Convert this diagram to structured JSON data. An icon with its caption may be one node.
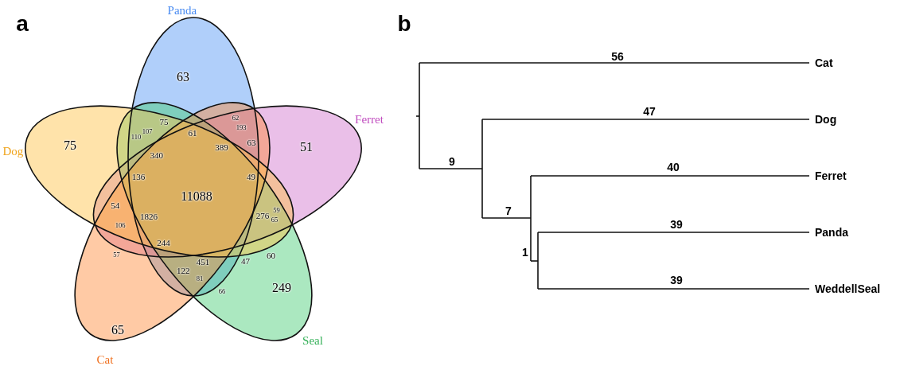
{
  "diagram": {
    "labels": [
      "a",
      "b",
      "Panda",
      "63",
      "56",
      "Cat",
      "62",
      "75",
      "47",
      "Dog",
      "61",
      "Ferret",
      "193",
      "107",
      "110",
      "389",
      "63",
      "75",
      "51",
      "Dog",
      "340",
      "9",
      "40",
      "49",
      "Ferret",
      "136",
      "11088",
      "54",
      "59",
      "7",
      "276",
      "65",
      "1826",
      "106",
      "39",
      "Panda",
      "57",
      "60",
      "1",
      "244",
      "451",
      "47",
      "122",
      "81",
      "39",
      "66",
      "249",
      "WeddellSeal",
      "65",
      "Seal",
      "Cat"
    ]
  }
}
